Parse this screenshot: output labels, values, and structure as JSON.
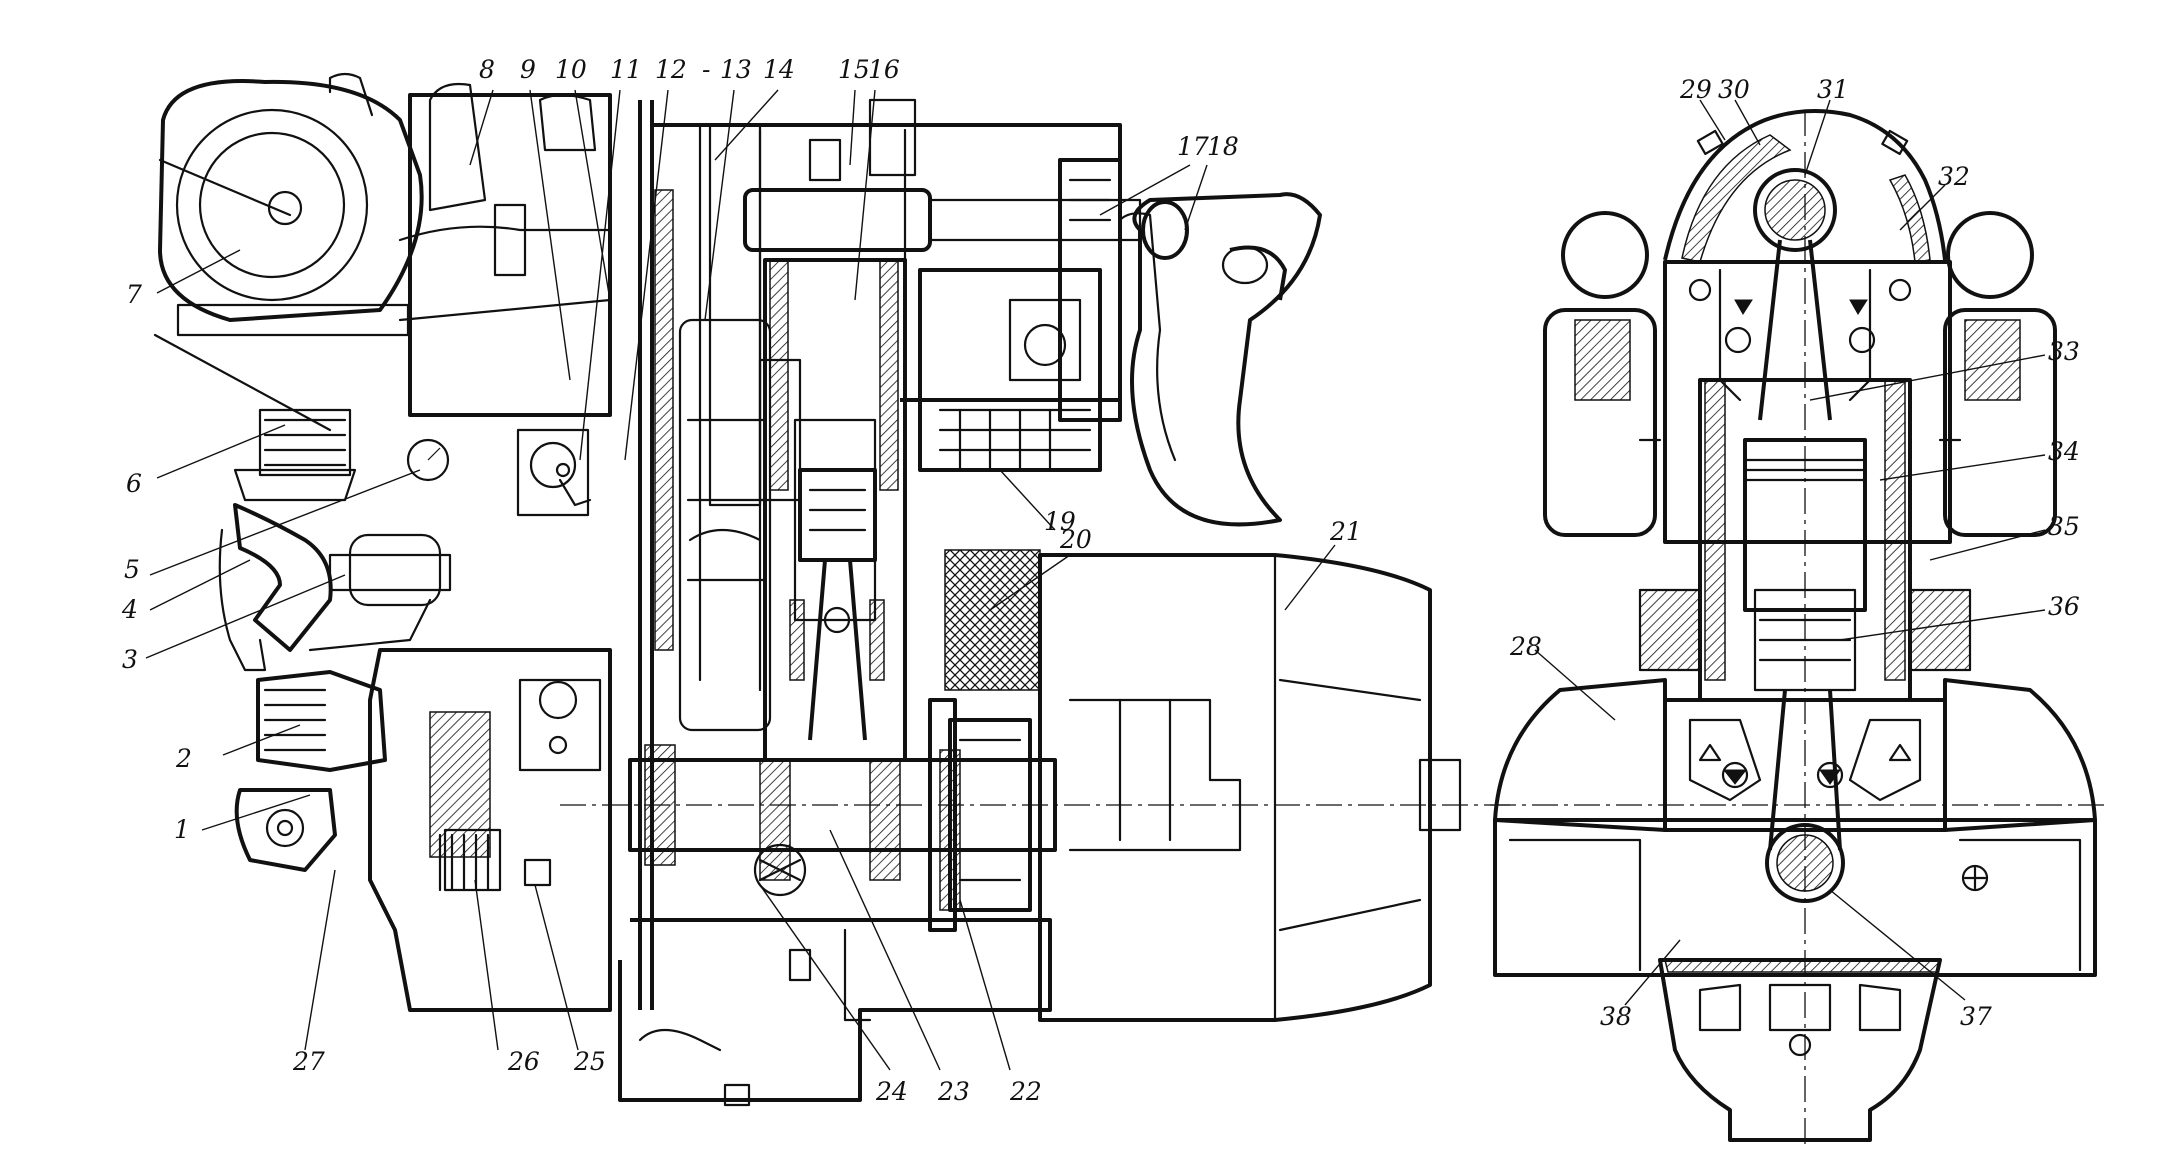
{
  "figure": {
    "callouts": [
      "1",
      "2",
      "3",
      "4",
      "5",
      "6",
      "7",
      "8",
      "9",
      "10",
      "11",
      "12",
      "13",
      "14",
      "15",
      "16",
      "17",
      "18",
      "19",
      "20",
      "21",
      "22",
      "23",
      "24",
      "25",
      "26",
      "27",
      "28",
      "29",
      "30",
      "31",
      "32",
      "33",
      "34",
      "35",
      "36",
      "37",
      "38"
    ],
    "dash_mark": "-"
  }
}
